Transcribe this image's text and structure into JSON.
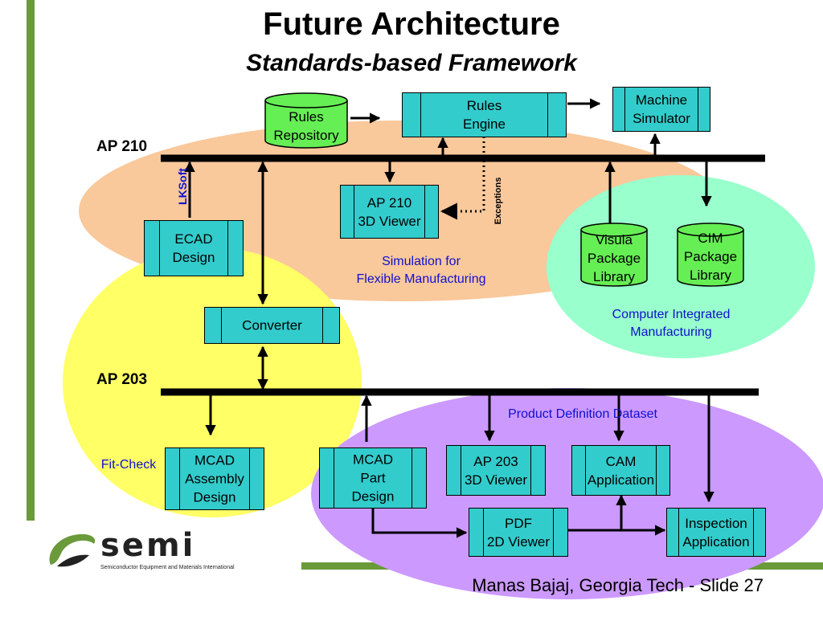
{
  "title": "Future Architecture",
  "subtitle": "Standards-based Framework",
  "buses": {
    "ap210": "AP 210",
    "ap203": "AP 203"
  },
  "components": {
    "rules_repository": "Rules\nRepository",
    "rules_engine": "Rules\nEngine",
    "machine_simulator": "Machine\nSimulator",
    "ap210_viewer": "AP 210\n3D Viewer",
    "ecad_design": "ECAD\nDesign",
    "visula_library": "Visula\nPackage\nLibrary",
    "cim_library": "CIM\nPackage\nLibrary",
    "converter": "Converter",
    "mcad_assembly": "MCAD\nAssembly\nDesign",
    "mcad_part": "MCAD\nPart\nDesign",
    "ap203_viewer": "AP 203\n3D Viewer",
    "cam_application": "CAM\nApplication",
    "pdf_viewer": "PDF\n2D Viewer",
    "inspection_application": "Inspection\nApplication"
  },
  "annotations": {
    "lksoft": "LKSoft",
    "exceptions": "Exceptions",
    "simulation": "Simulation for\nFlexible Manufacturing",
    "cim": "Computer Integrated\nManufacturing",
    "pdd": "Product Definition Dataset",
    "fit_check": "Fit-Check"
  },
  "logo": {
    "name": "semi",
    "tagline": "Semiconductor Equipment and Materials International"
  },
  "footer": "Manas Bajaj, Georgia Tech - Slide 27",
  "colors": {
    "accent_green": "#6a9a3a",
    "region_orange": "#f9c89b",
    "region_yellow": "#ffff66",
    "region_teal": "#99ffcc",
    "region_purple": "#cc99ff",
    "component_cyan": "#33cccc",
    "repository_green": "#66ee55",
    "annotation_blue": "#1010d0"
  }
}
